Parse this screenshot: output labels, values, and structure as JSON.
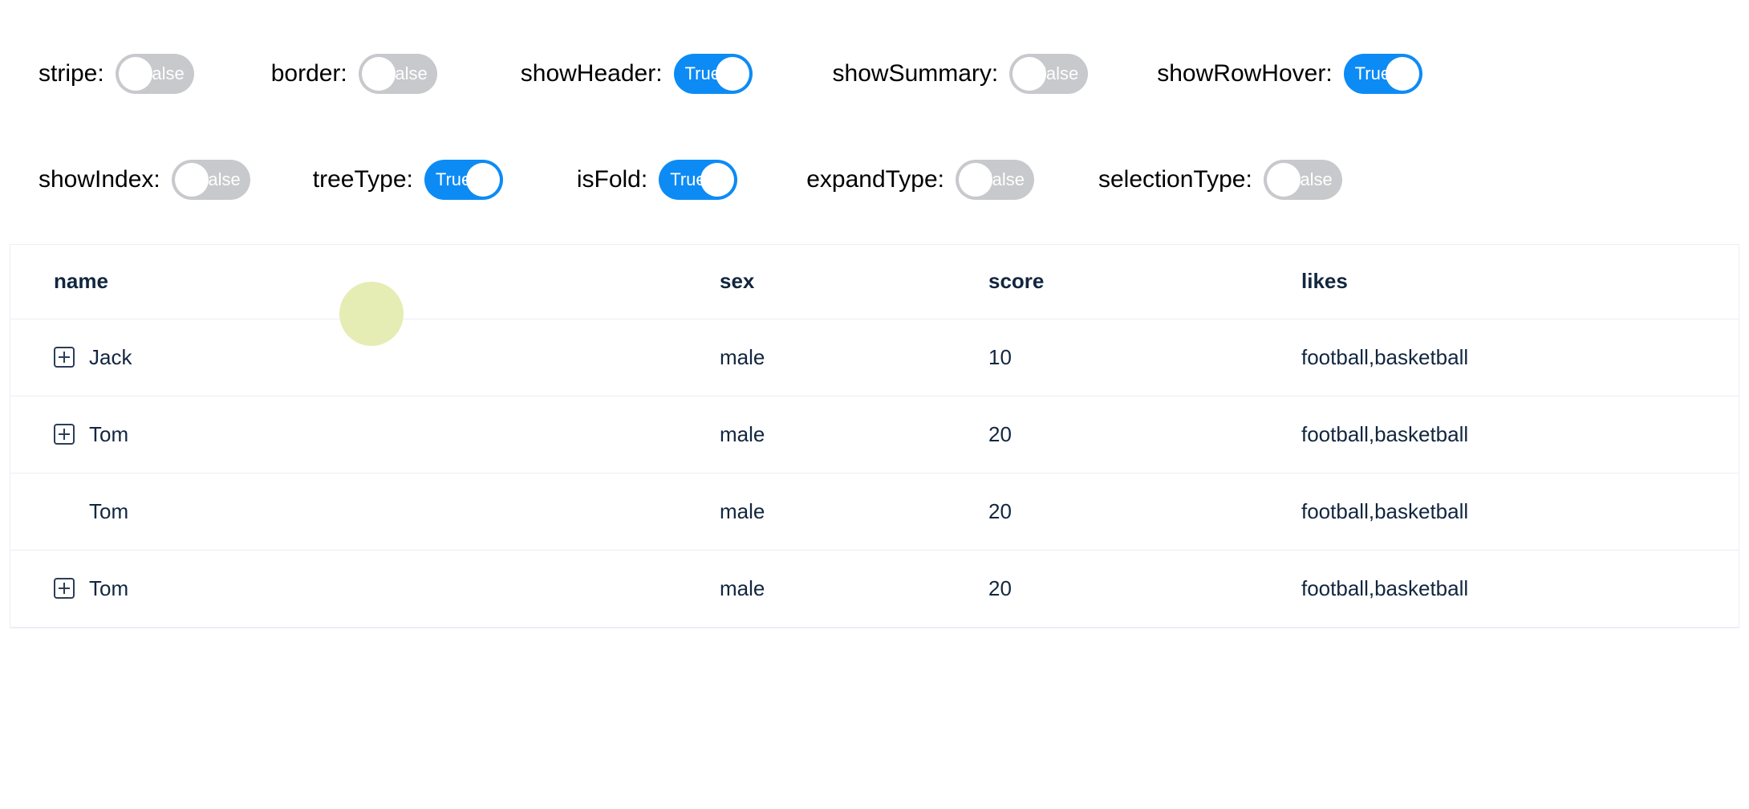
{
  "controls": {
    "rows": [
      [
        {
          "label": "stripe:",
          "value": "False",
          "state": "off"
        },
        {
          "label": "border:",
          "value": "False",
          "state": "off"
        },
        {
          "label": "showHeader:",
          "value": "True",
          "state": "on"
        },
        {
          "label": "showSummary:",
          "value": "False",
          "state": "off"
        },
        {
          "label": "showRowHover:",
          "value": "True",
          "state": "on"
        }
      ],
      [
        {
          "label": "showIndex:",
          "value": "False",
          "state": "off"
        },
        {
          "label": "treeType:",
          "value": "True",
          "state": "on"
        },
        {
          "label": "isFold:",
          "value": "True",
          "state": "on"
        },
        {
          "label": "expandType:",
          "value": "False",
          "state": "off"
        },
        {
          "label": "selectionType:",
          "value": "False",
          "state": "off"
        }
      ]
    ]
  },
  "table": {
    "columns": [
      "name",
      "sex",
      "score",
      "likes"
    ],
    "rows": [
      {
        "expandable": true,
        "name": "Jack",
        "sex": "male",
        "score": "10",
        "likes": "football,basketball"
      },
      {
        "expandable": true,
        "name": "Tom",
        "sex": "male",
        "score": "20",
        "likes": "football,basketball"
      },
      {
        "expandable": false,
        "name": "Tom",
        "sex": "male",
        "score": "20",
        "likes": "football,basketball"
      },
      {
        "expandable": true,
        "name": "Tom",
        "sex": "male",
        "score": "20",
        "likes": "football,basketball"
      }
    ]
  },
  "indicator": {
    "color": "#e5edb4"
  },
  "colors": {
    "switch_on": "#0d8bf5",
    "switch_off": "#c8c9cc",
    "border": "#ebeef5",
    "text": "#12263f"
  }
}
